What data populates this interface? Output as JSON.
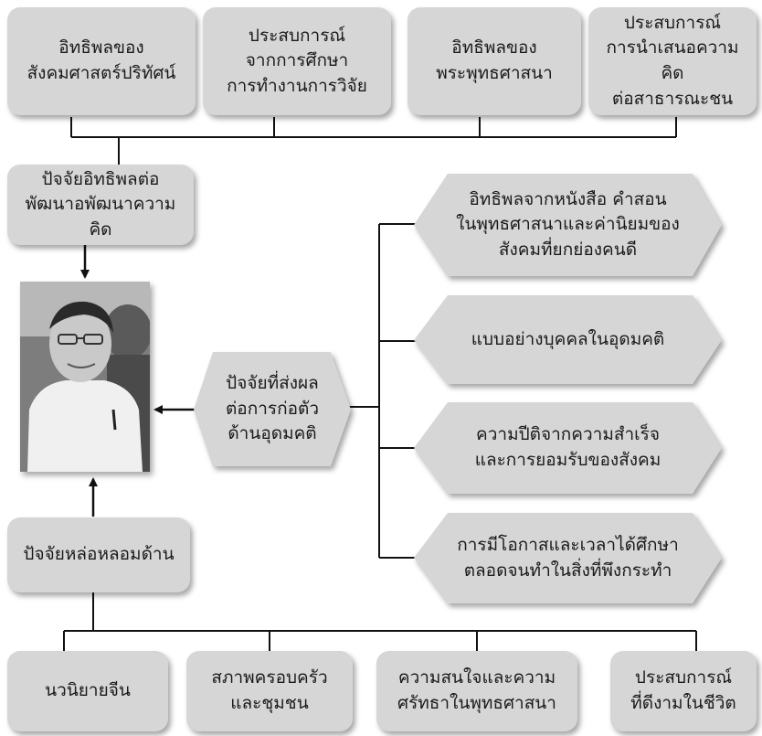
{
  "top_boxes": [
    {
      "lines": [
        "อิทธิพลของ",
        "สังคมศาสตร์ปริทัศน์"
      ]
    },
    {
      "lines": [
        "ประสบการณ์",
        "จากการศึกษา",
        "การทำงานการวิจัย"
      ]
    },
    {
      "lines": [
        "อิทธิพลของ",
        "พระพุทธศาสนา"
      ]
    },
    {
      "lines": [
        "ประสบการณ์",
        "การนำเสนอความคิด",
        "ต่อสาธารณะชน"
      ]
    }
  ],
  "factor_top": {
    "lines": [
      "ปัจจัยอิทธิพลต่อ",
      "พัฒนาอพัฒนาความคิด"
    ]
  },
  "center_hex": {
    "lines": [
      "ปัจจัยที่ส่งผล",
      "ต่อการก่อตัว",
      "ด้านอุดมคติ"
    ]
  },
  "right_hexes": [
    {
      "lines": [
        "อิทธิพลจากหนังสือ คำสอน",
        "ในพุทธศาสนาและค่านิยมของ",
        "สังคมที่ยกย่องคนดี"
      ]
    },
    {
      "lines": [
        "แบบอย่างบุคคลในอุดมคติ"
      ]
    },
    {
      "lines": [
        "ความปีติจากความสำเร็จ",
        "และการยอมรับของสังคม"
      ]
    },
    {
      "lines": [
        "การมีโอกาสและเวลาได้ศึกษา",
        "ตลอดจนทำในสิ่งที่พึงกระทำ"
      ]
    }
  ],
  "factor_bottom": {
    "lines": [
      "ปัจจัยหล่อหลอมด้าน"
    ]
  },
  "bottom_boxes": [
    {
      "lines": [
        "นวนิยายจีน"
      ]
    },
    {
      "lines": [
        "สภาพครอบครัว",
        "และชุมชน"
      ]
    },
    {
      "lines": [
        "ความสนใจและความ",
        "ศรัทธาในพุทธศาสนา"
      ]
    },
    {
      "lines": [
        "ประสบการณ์",
        "ที่ดีงามในชีวิต"
      ]
    }
  ],
  "colors": {
    "box_fill": "#d6d6d6",
    "line": "#111111",
    "photo_bg": "#8a8a8a"
  }
}
